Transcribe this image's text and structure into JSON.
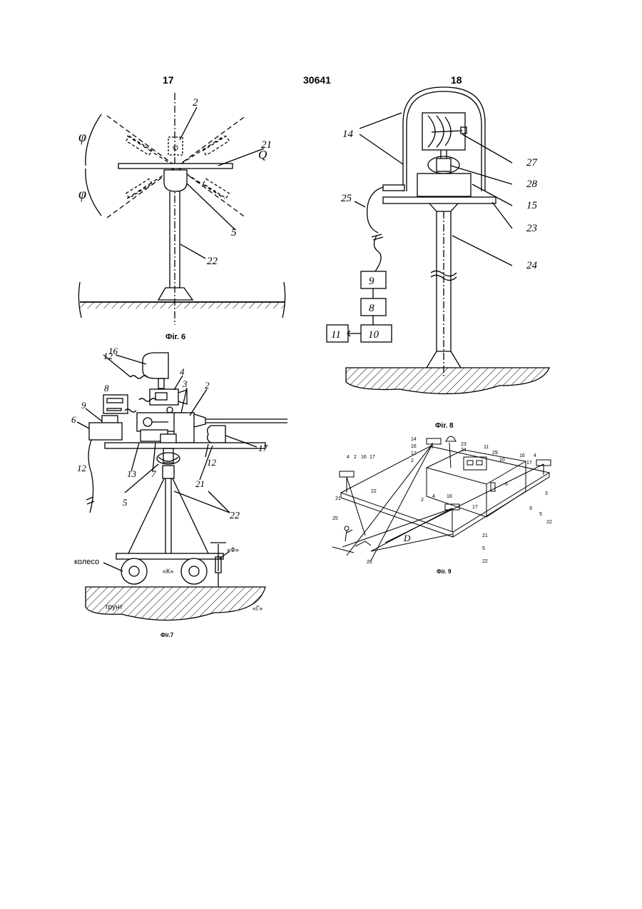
{
  "header": {
    "left_page": "17",
    "center_number": "30641",
    "right_page": "18"
  },
  "captions": {
    "fig6": "Фіг. 6",
    "fig7": "Фіг.7",
    "fig8": "Фіг. 8",
    "fig9": "Фіг. 9"
  },
  "fig6": {
    "labels": {
      "l2": "2",
      "l21": "21",
      "lQ": "Q",
      "l5": "5",
      "l22": "22",
      "phi1": "φ",
      "phi2": "φ"
    }
  },
  "fig7": {
    "labels": {
      "l16": "16",
      "l12a": "12",
      "l4": "4",
      "l8": "8",
      "l3": "3",
      "l2": "2",
      "l9": "9",
      "l6": "6",
      "l17": "17",
      "l12b": "12",
      "l13": "13",
      "l7": "7",
      "l21": "21",
      "l12c": "12",
      "l5": "5",
      "l22": "22"
    },
    "text": {
      "wheel": "колесо",
      "k": "«К»",
      "f": "«Ф»",
      "ground": "грунт",
      "g": "«Г»"
    }
  },
  "fig8": {
    "labels": {
      "l14": "14",
      "l27": "27",
      "l28": "28",
      "l15": "15",
      "l25": "25",
      "l23": "23",
      "l24": "24"
    },
    "blocks": {
      "b9": "9",
      "b8": "8",
      "b10": "10",
      "b11": "11"
    }
  },
  "fig9": {
    "labels": {
      "a14": "14",
      "a16": "16",
      "a17": "17",
      "a2": "2",
      "a23": "23",
      "a24": "24",
      "a11": "11",
      "a29": "29",
      "a10": "10",
      "b4": "4",
      "b2": "2",
      "b16": "16",
      "b17": "17",
      "c16": "16",
      "c4": "4",
      "c17": "17",
      "c3": "3",
      "c9": "9",
      "c5": "5",
      "c22": "22",
      "d22": "22",
      "d21": "21",
      "e2": "2",
      "e4": "4",
      "e16": "16",
      "e17": "17",
      "e21": "21",
      "e5": "5",
      "e22": "22",
      "f25": "25",
      "f26": "26",
      "fD": "D",
      "g6": "6"
    }
  }
}
